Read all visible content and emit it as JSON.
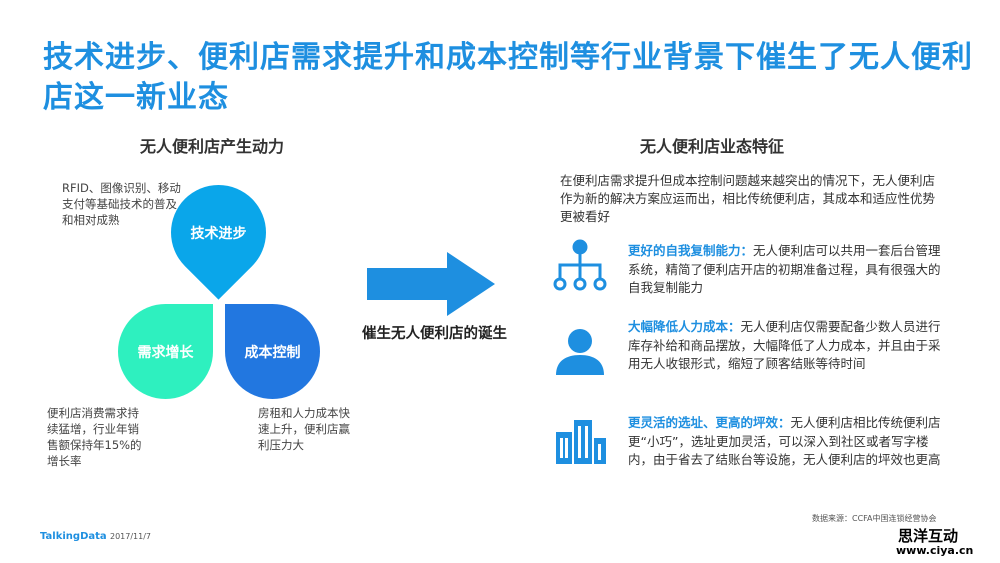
{
  "title": "技术进步、便利店需求提升和成本控制等行业背景下催生了无人便利店这一新业态",
  "left": {
    "heading": "无人便利店产生动力",
    "petals": [
      {
        "label": "技术进步",
        "color": "#0aa6ea"
      },
      {
        "label": "需求增长",
        "color": "#2ef0bf"
      },
      {
        "label": "成本控制",
        "color": "#2277e0"
      }
    ],
    "notes": [
      "RFID、图像识别、移动支付等基础技术的普及和相对成熟",
      "便利店消费需求持续猛增，行业年销售额保持年15%的增长率",
      "房租和人力成本快速上升，便利店赢利压力大"
    ]
  },
  "arrow_label": "催生无人便利店的诞生",
  "right": {
    "heading": "无人便利店业态特征",
    "intro": "在便利店需求提升但成本控制问题越来越突出的情况下，无人便利店作为新的解决方案应运而出，相比传统便利店，其成本和适应性优势更被看好",
    "features": [
      {
        "title": "更好的自我复制能力：",
        "text": "无人便利店可以共用一套后台管理系统，精简了便利店开店的初期准备过程，具有很强大的自我复制能力",
        "icon": "hierarchy-icon"
      },
      {
        "title": "大幅降低人力成本：",
        "text": "无人便利店仅需要配备少数人员进行库存补给和商品摆放，大幅降低了人力成本，并且由于采用无人收银形式，缩短了顾客结账等待时间",
        "icon": "person-icon"
      },
      {
        "title": "更灵活的选址、更高的坪效：",
        "text": "无人便利店相比传统便利店更“小巧”，选址更加灵活，可以深入到社区或者写字楼内，由于省去了结账台等设施，无人便利店的坪效也更高",
        "icon": "buildings-icon"
      }
    ]
  },
  "footer": {
    "source": "数据来源：CCFA中国连锁经营协会",
    "brand": "TalkingData",
    "date": "2017/11/7",
    "watermark_cn": "思洋互动",
    "watermark_url": "www.ciya.cn"
  },
  "accent": "#1e8fe0"
}
